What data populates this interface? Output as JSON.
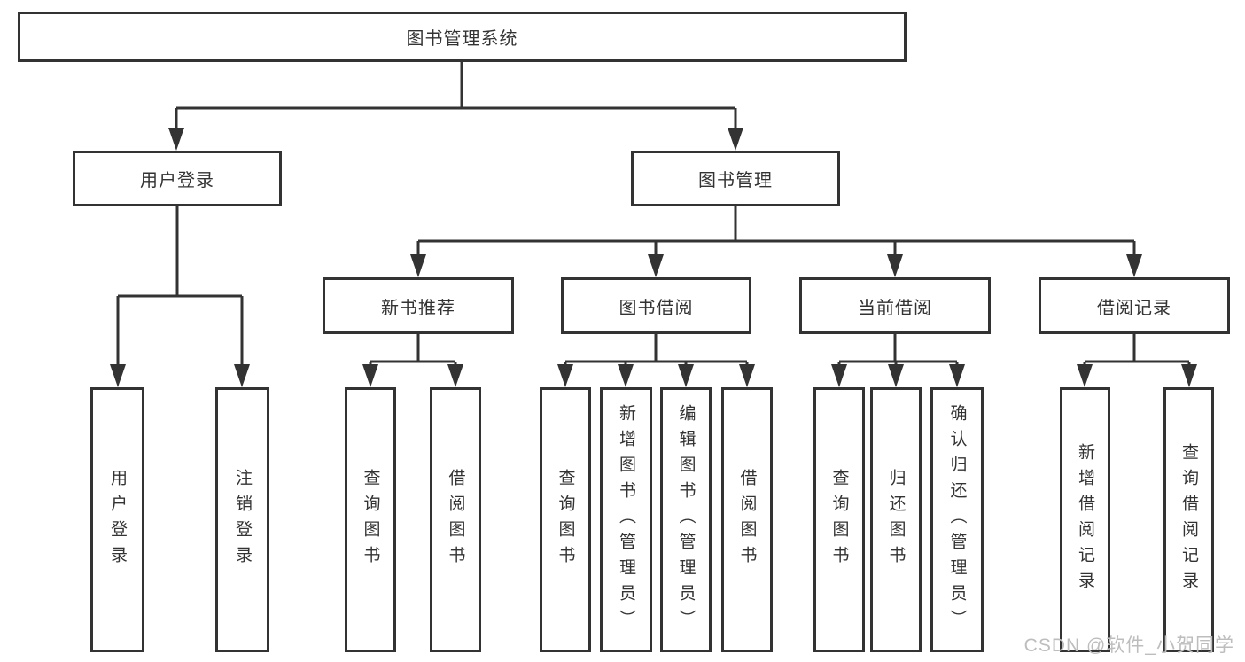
{
  "watermark": "CSDN @软件_小贺同学",
  "tree": {
    "root": {
      "label": "图书管理系统"
    },
    "user_login": {
      "label": "用户登录",
      "children": {
        "login": {
          "label": "用户登录"
        },
        "logout": {
          "label": "注销登录"
        }
      }
    },
    "book_mgmt": {
      "label": "图书管理",
      "children": {
        "new_books": {
          "label": "新书推荐",
          "children": {
            "query": {
              "label": "查询图书"
            },
            "borrow": {
              "label": "借阅图书"
            }
          }
        },
        "borrowing": {
          "label": "图书借阅",
          "children": {
            "query": {
              "label": "查询图书"
            },
            "add": {
              "label": "新增图书（管理员）"
            },
            "edit": {
              "label": "编辑图书（管理员）"
            },
            "borrow": {
              "label": "借阅图书"
            }
          }
        },
        "current": {
          "label": "当前借阅",
          "children": {
            "query": {
              "label": "查询图书"
            },
            "return": {
              "label": "归还图书"
            },
            "confirm": {
              "label": "确认归还（管理员）"
            }
          }
        },
        "records": {
          "label": "借阅记录",
          "children": {
            "add": {
              "label": "新增借阅记录"
            },
            "query": {
              "label": "查询借阅记录"
            }
          }
        }
      }
    }
  }
}
